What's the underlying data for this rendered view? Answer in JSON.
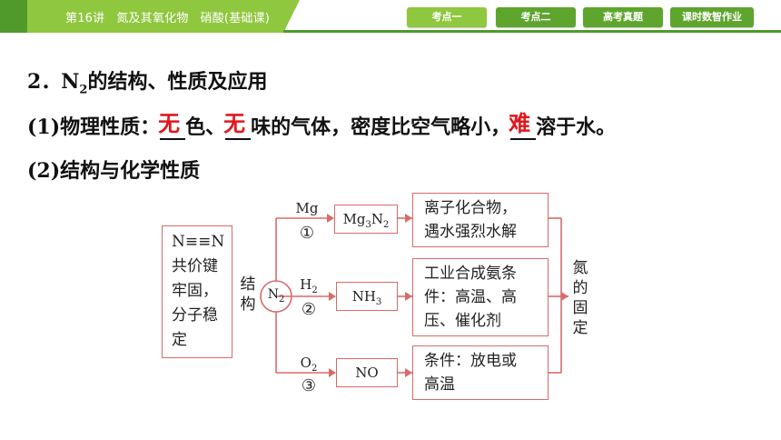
{
  "header": {
    "course_title": "第16讲   氮及其氧化物   硝酸(基础课)",
    "tabs": [
      {
        "label": "考点一",
        "active": true
      },
      {
        "label": "考点二",
        "active": false
      },
      {
        "label": "高考真题",
        "active": false
      },
      {
        "label": "课时数智作业",
        "active": false
      }
    ],
    "colors": {
      "bar_light": "#8fc73e",
      "bar_dark": "#4f9a2a",
      "tab": "#5ea52d"
    }
  },
  "content": {
    "heading_prefix": "2．N",
    "heading_sub": "2",
    "heading_suffix": "的结构、性质及应用",
    "physical": {
      "p1": "(1)物理性质：",
      "a1": "无",
      "p2": "色、",
      "a2": "无",
      "p3": "味的气体，密度比空气略小，",
      "a3": "难",
      "p4": "溶于水。"
    },
    "structure_heading": "(2)结构与化学性质"
  },
  "diagram": {
    "left_box": [
      "N≡≡N",
      "共价键",
      "牢固，",
      "分子稳",
      "定"
    ],
    "struct_label": [
      "结",
      "构"
    ],
    "center": {
      "main": "N",
      "sub": "2"
    },
    "branches": [
      {
        "reagent_main": "Mg",
        "reagent_sub": "",
        "step": "①",
        "product_main": "Mg",
        "product_sub1": "3",
        "product_mid": "N",
        "product_sub2": "2",
        "desc": [
          "离子化合物，",
          "遇水强烈水解"
        ]
      },
      {
        "reagent_main": "H",
        "reagent_sub": "2",
        "step": "②",
        "product_main": "NH",
        "product_sub1": "3",
        "product_mid": "",
        "product_sub2": "",
        "desc": [
          "工业合成氨条",
          "件：高温、高",
          "压、催化剂"
        ]
      },
      {
        "reagent_main": "O",
        "reagent_sub": "2",
        "step": "③",
        "product_main": "NO",
        "product_sub1": "",
        "product_mid": "",
        "product_sub2": "",
        "desc": [
          "条件：放电或",
          "高温"
        ]
      }
    ],
    "right_label": [
      "氮",
      "的",
      "固",
      "定"
    ],
    "line_color": "#d96a6a"
  }
}
